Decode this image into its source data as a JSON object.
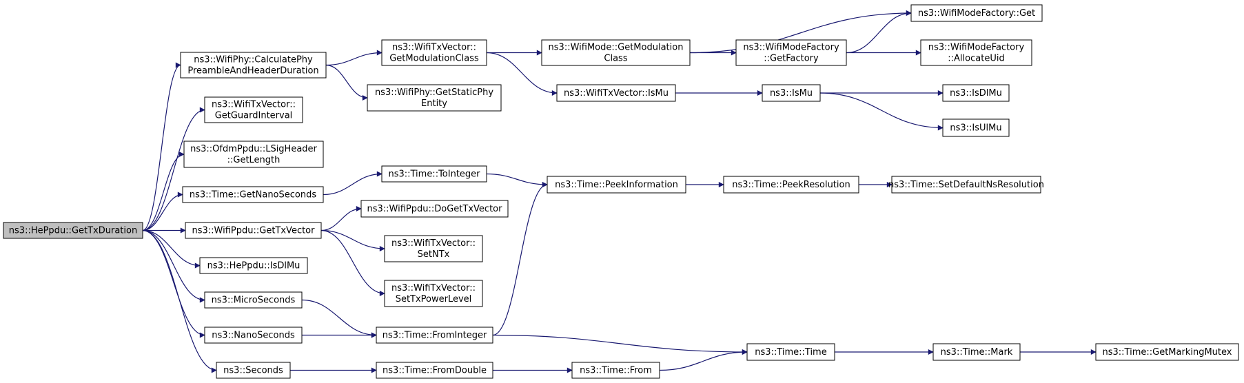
{
  "diagram": {
    "type": "call-graph",
    "edge_color": "#191970",
    "root_fill": "#bfbfbf",
    "nodes": [
      {
        "id": "n0",
        "lines": [
          "ns3::HePpdu::GetTxDuration"
        ],
        "root": true
      },
      {
        "id": "n1",
        "lines": [
          "ns3::WifiPhy::CalculatePhy",
          "PreambleAndHeaderDuration"
        ]
      },
      {
        "id": "n2",
        "lines": [
          "ns3::WifiTxVector::",
          "GetGuardInterval"
        ]
      },
      {
        "id": "n3",
        "lines": [
          "ns3::OfdmPpdu::LSigHeader",
          "::GetLength"
        ]
      },
      {
        "id": "n4",
        "lines": [
          "ns3::Time::GetNanoSeconds"
        ]
      },
      {
        "id": "n5",
        "lines": [
          "ns3::WifiPpdu::GetTxVector"
        ]
      },
      {
        "id": "n6",
        "lines": [
          "ns3::HePpdu::IsDlMu"
        ]
      },
      {
        "id": "n7",
        "lines": [
          "ns3::MicroSeconds"
        ]
      },
      {
        "id": "n8",
        "lines": [
          "ns3::NanoSeconds"
        ]
      },
      {
        "id": "n9",
        "lines": [
          "ns3::Seconds"
        ]
      },
      {
        "id": "n10",
        "lines": [
          "ns3::WifiTxVector::",
          "GetModulationClass"
        ]
      },
      {
        "id": "n11",
        "lines": [
          "ns3::WifiPhy::GetStaticPhy",
          "Entity"
        ]
      },
      {
        "id": "n12",
        "lines": [
          "ns3::Time::ToInteger"
        ]
      },
      {
        "id": "n13",
        "lines": [
          "ns3::WifiPpdu::DoGetTxVector"
        ]
      },
      {
        "id": "n14",
        "lines": [
          "ns3::WifiTxVector::",
          "SetNTx"
        ]
      },
      {
        "id": "n15",
        "lines": [
          "ns3::WifiTxVector::",
          "SetTxPowerLevel"
        ]
      },
      {
        "id": "n16",
        "lines": [
          "ns3::Time::FromInteger"
        ]
      },
      {
        "id": "n17",
        "lines": [
          "ns3::Time::FromDouble"
        ]
      },
      {
        "id": "n18",
        "lines": [
          "ns3::WifiMode::GetModulation",
          "Class"
        ]
      },
      {
        "id": "n19",
        "lines": [
          "ns3::WifiTxVector::IsMu"
        ]
      },
      {
        "id": "n20",
        "lines": [
          "ns3::Time::PeekInformation"
        ]
      },
      {
        "id": "n21",
        "lines": [
          "ns3::Time::From"
        ]
      },
      {
        "id": "n22",
        "lines": [
          "ns3::WifiModeFactory",
          "::GetFactory"
        ]
      },
      {
        "id": "n23",
        "lines": [
          "ns3::IsMu"
        ]
      },
      {
        "id": "n24",
        "lines": [
          "ns3::Time::PeekResolution"
        ]
      },
      {
        "id": "n25",
        "lines": [
          "ns3::Time::Time"
        ]
      },
      {
        "id": "n26",
        "lines": [
          "ns3::WifiModeFactory::Get"
        ]
      },
      {
        "id": "n27",
        "lines": [
          "ns3::WifiModeFactory",
          "::AllocateUid"
        ]
      },
      {
        "id": "n28",
        "lines": [
          "ns3::IsDlMu"
        ]
      },
      {
        "id": "n29",
        "lines": [
          "ns3::IsUlMu"
        ]
      },
      {
        "id": "n30",
        "lines": [
          "ns3::Time::SetDefaultNsResolution"
        ]
      },
      {
        "id": "n31",
        "lines": [
          "ns3::Time::Mark"
        ]
      },
      {
        "id": "n32",
        "lines": [
          "ns3::Time::GetMarkingMutex"
        ]
      }
    ],
    "edges": [
      [
        "n0",
        "n1"
      ],
      [
        "n0",
        "n2"
      ],
      [
        "n0",
        "n3"
      ],
      [
        "n0",
        "n4"
      ],
      [
        "n0",
        "n5"
      ],
      [
        "n0",
        "n6"
      ],
      [
        "n0",
        "n7"
      ],
      [
        "n0",
        "n8"
      ],
      [
        "n0",
        "n9"
      ],
      [
        "n1",
        "n10"
      ],
      [
        "n1",
        "n11"
      ],
      [
        "n10",
        "n18"
      ],
      [
        "n10",
        "n19"
      ],
      [
        "n18",
        "n26"
      ],
      [
        "n18",
        "n22"
      ],
      [
        "n22",
        "n26"
      ],
      [
        "n22",
        "n27"
      ],
      [
        "n19",
        "n23"
      ],
      [
        "n23",
        "n28"
      ],
      [
        "n23",
        "n29"
      ],
      [
        "n4",
        "n12"
      ],
      [
        "n12",
        "n20"
      ],
      [
        "n20",
        "n24"
      ],
      [
        "n24",
        "n30"
      ],
      [
        "n5",
        "n13"
      ],
      [
        "n5",
        "n14"
      ],
      [
        "n5",
        "n15"
      ],
      [
        "n7",
        "n16"
      ],
      [
        "n8",
        "n16"
      ],
      [
        "n16",
        "n20"
      ],
      [
        "n16",
        "n25"
      ],
      [
        "n9",
        "n17"
      ],
      [
        "n17",
        "n21"
      ],
      [
        "n21",
        "n25"
      ],
      [
        "n25",
        "n31"
      ],
      [
        "n31",
        "n32"
      ]
    ]
  }
}
